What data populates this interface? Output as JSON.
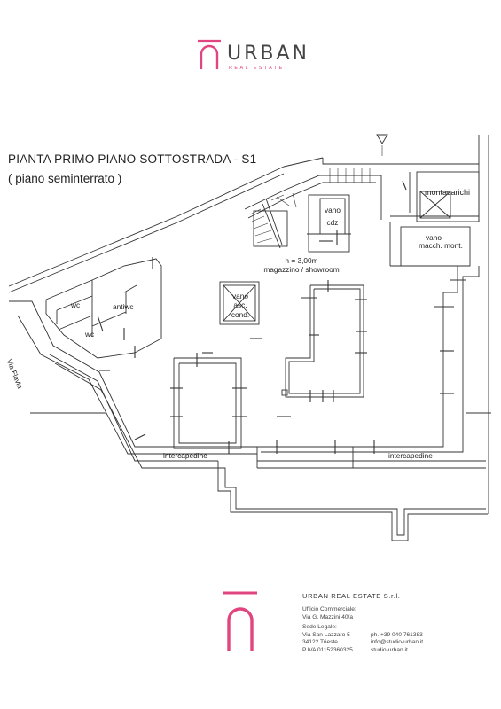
{
  "brand": {
    "name": "URBAN",
    "tagline": "REAL ESTATE",
    "accent_color": "#e0457f",
    "logo_icon": "arch-logo-icon"
  },
  "plan": {
    "title": "PIANTA PRIMO PIANO SOTTOSTRADA - S1",
    "subtitle": "( piano seminterrato )",
    "rooms": {
      "montacarichi": "montacarichi",
      "vano_cdz_line1": "vano",
      "vano_cdz_line2": "cdz",
      "vano_macch_line1": "vano",
      "vano_macch_line2": "macch. mont.",
      "height": "h = 3,00m",
      "main_room": "magazzino / showroom",
      "vano_asc_line1": "vano",
      "vano_asc_line2": "asc.",
      "vano_asc_line3": "cond.",
      "wc_top": "wc",
      "antiwc": "antiwc",
      "wc_bottom": "wc",
      "street": "Via Flavia",
      "intercapedine_left": "intercapedine",
      "intercapedine_right": "intercapedine"
    }
  },
  "footer": {
    "company": "URBAN REAL ESTATE S.r.l.",
    "office_heading": "Ufficio Commerciale:",
    "office_address": "Via G. Mazzini 40/a",
    "legal_heading": "Sede Legale:",
    "legal_street": "Via San Lazzaro 5",
    "legal_city": "34122 Trieste",
    "vat": "P.IVA 01152360325",
    "phone": "ph. +39 040 761383",
    "email": "info@studio-urban.it",
    "website": "studio-urban.it"
  }
}
